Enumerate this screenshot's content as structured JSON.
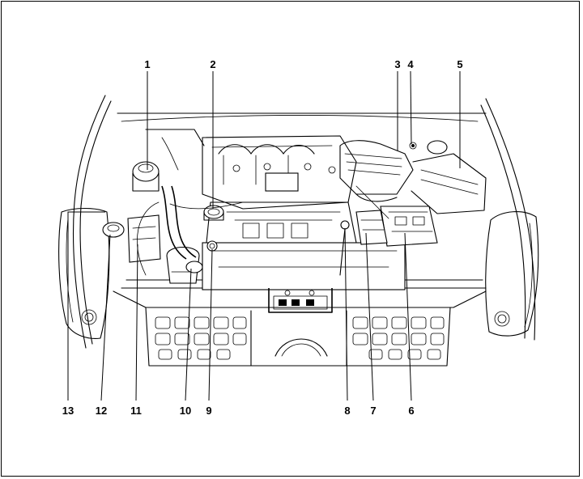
{
  "diagram": {
    "callouts": [
      {
        "id": "c1",
        "label": "1"
      },
      {
        "id": "c2",
        "label": "2"
      },
      {
        "id": "c3",
        "label": "3"
      },
      {
        "id": "c4",
        "label": "4"
      },
      {
        "id": "c5",
        "label": "5"
      },
      {
        "id": "c6",
        "label": "6"
      },
      {
        "id": "c7",
        "label": "7"
      },
      {
        "id": "c8",
        "label": "8"
      },
      {
        "id": "c9",
        "label": "9"
      },
      {
        "id": "c10",
        "label": "10"
      },
      {
        "id": "c11",
        "label": "11"
      },
      {
        "id": "c12",
        "label": "12"
      },
      {
        "id": "c13",
        "label": "13"
      }
    ]
  }
}
